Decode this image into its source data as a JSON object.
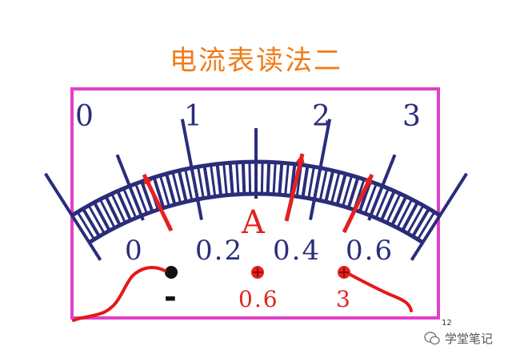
{
  "title": "电流表读法二",
  "scale_top": [
    "0",
    "1",
    "2",
    "3"
  ],
  "scale_bottom": [
    "0",
    "0.2",
    "0.4",
    "0.6"
  ],
  "unit": "A",
  "terminals": {
    "negative": "-",
    "mid": "0.6",
    "right": "3"
  },
  "page_number": "12",
  "watermark": "学堂笔记",
  "colors": {
    "title": "#f07c1a",
    "frame": "#e040c8",
    "scale": "#2a2d7a",
    "accent": "#e22222"
  }
}
